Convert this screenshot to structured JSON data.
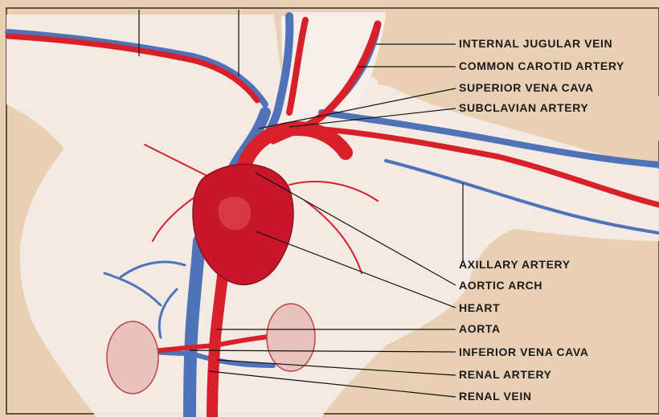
{
  "labels": {
    "internal_jugular_vein": "INTERNAL JUGULAR VEIN",
    "common_carotid_artery": "COMMON CAROTID ARTERY",
    "superior_vena_cava": "SUPERIOR VENA CAVA",
    "subclavian_artery": "SUBCLAVIAN ARTERY",
    "axillary_artery": "AXILLARY ARTERY",
    "aortic_arch": "AORTIC ARCH",
    "heart": "HEART",
    "aorta": "AORTA",
    "inferior_vena_cava": "INFERIOR VENA CAVA",
    "renal_artery": "RENAL ARTERY",
    "renal_vein": "RENAL VEIN"
  },
  "colors": {
    "background": "#e9cfb3",
    "body": "#f3ece6",
    "artery": "#d8202a",
    "vein": "#4f72b8",
    "heart": "#c8162a",
    "leader_line": "#111111"
  }
}
